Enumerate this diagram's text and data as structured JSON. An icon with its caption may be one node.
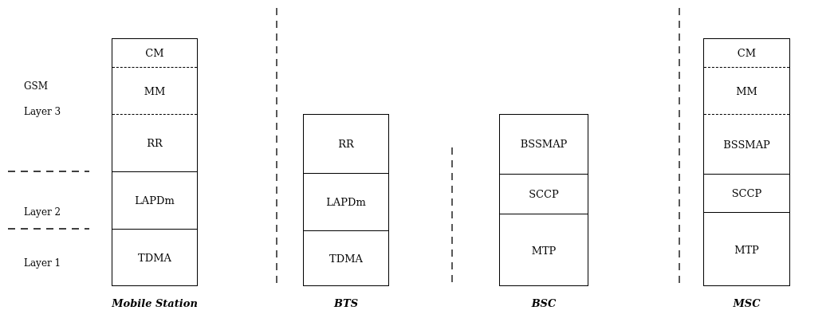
{
  "diagram": {
    "nodes": [
      {
        "text": [
          "Mobile Station"
        ]
      },
      {
        "text": [
          "CM"
        ],
        "in": 0
      },
      {
        "text": [
          "MM"
        ],
        "in": 0
      },
      {
        "text": [
          "RR"
        ],
        "in": 0
      },
      {
        "text": [
          "LAPDm"
        ],
        "in": 0
      },
      {
        "text": [
          "TDMA"
        ],
        "in": 0
      },
      {
        "text": [
          "BTS"
        ]
      },
      {
        "text": [
          "RR"
        ],
        "in": 6
      },
      {
        "text": [
          "LAPDm"
        ],
        "in": 6
      },
      {
        "text": [
          "TDMA"
        ],
        "in": 6
      },
      {
        "text": [
          "BSC"
        ]
      },
      {
        "text": [
          "BSSMAP"
        ],
        "in": 10
      },
      {
        "text": [
          "SCCP"
        ],
        "in": 10
      },
      {
        "text": [
          "MTP"
        ],
        "in": 10
      },
      {
        "text": [
          "MSC"
        ]
      },
      {
        "text": [
          "CM"
        ],
        "in": 14
      },
      {
        "text": [
          "MM"
        ],
        "in": 14
      },
      {
        "text": [
          "BSSMAP"
        ],
        "in": 14
      },
      {
        "text": [
          "SCCP"
        ],
        "in": 14
      },
      {
        "text": [
          "MTP"
        ],
        "in": 14
      }
    ],
    "labels": [
      "GSM Layer 3",
      "Layer 2",
      "Layer 1"
    ]
  }
}
